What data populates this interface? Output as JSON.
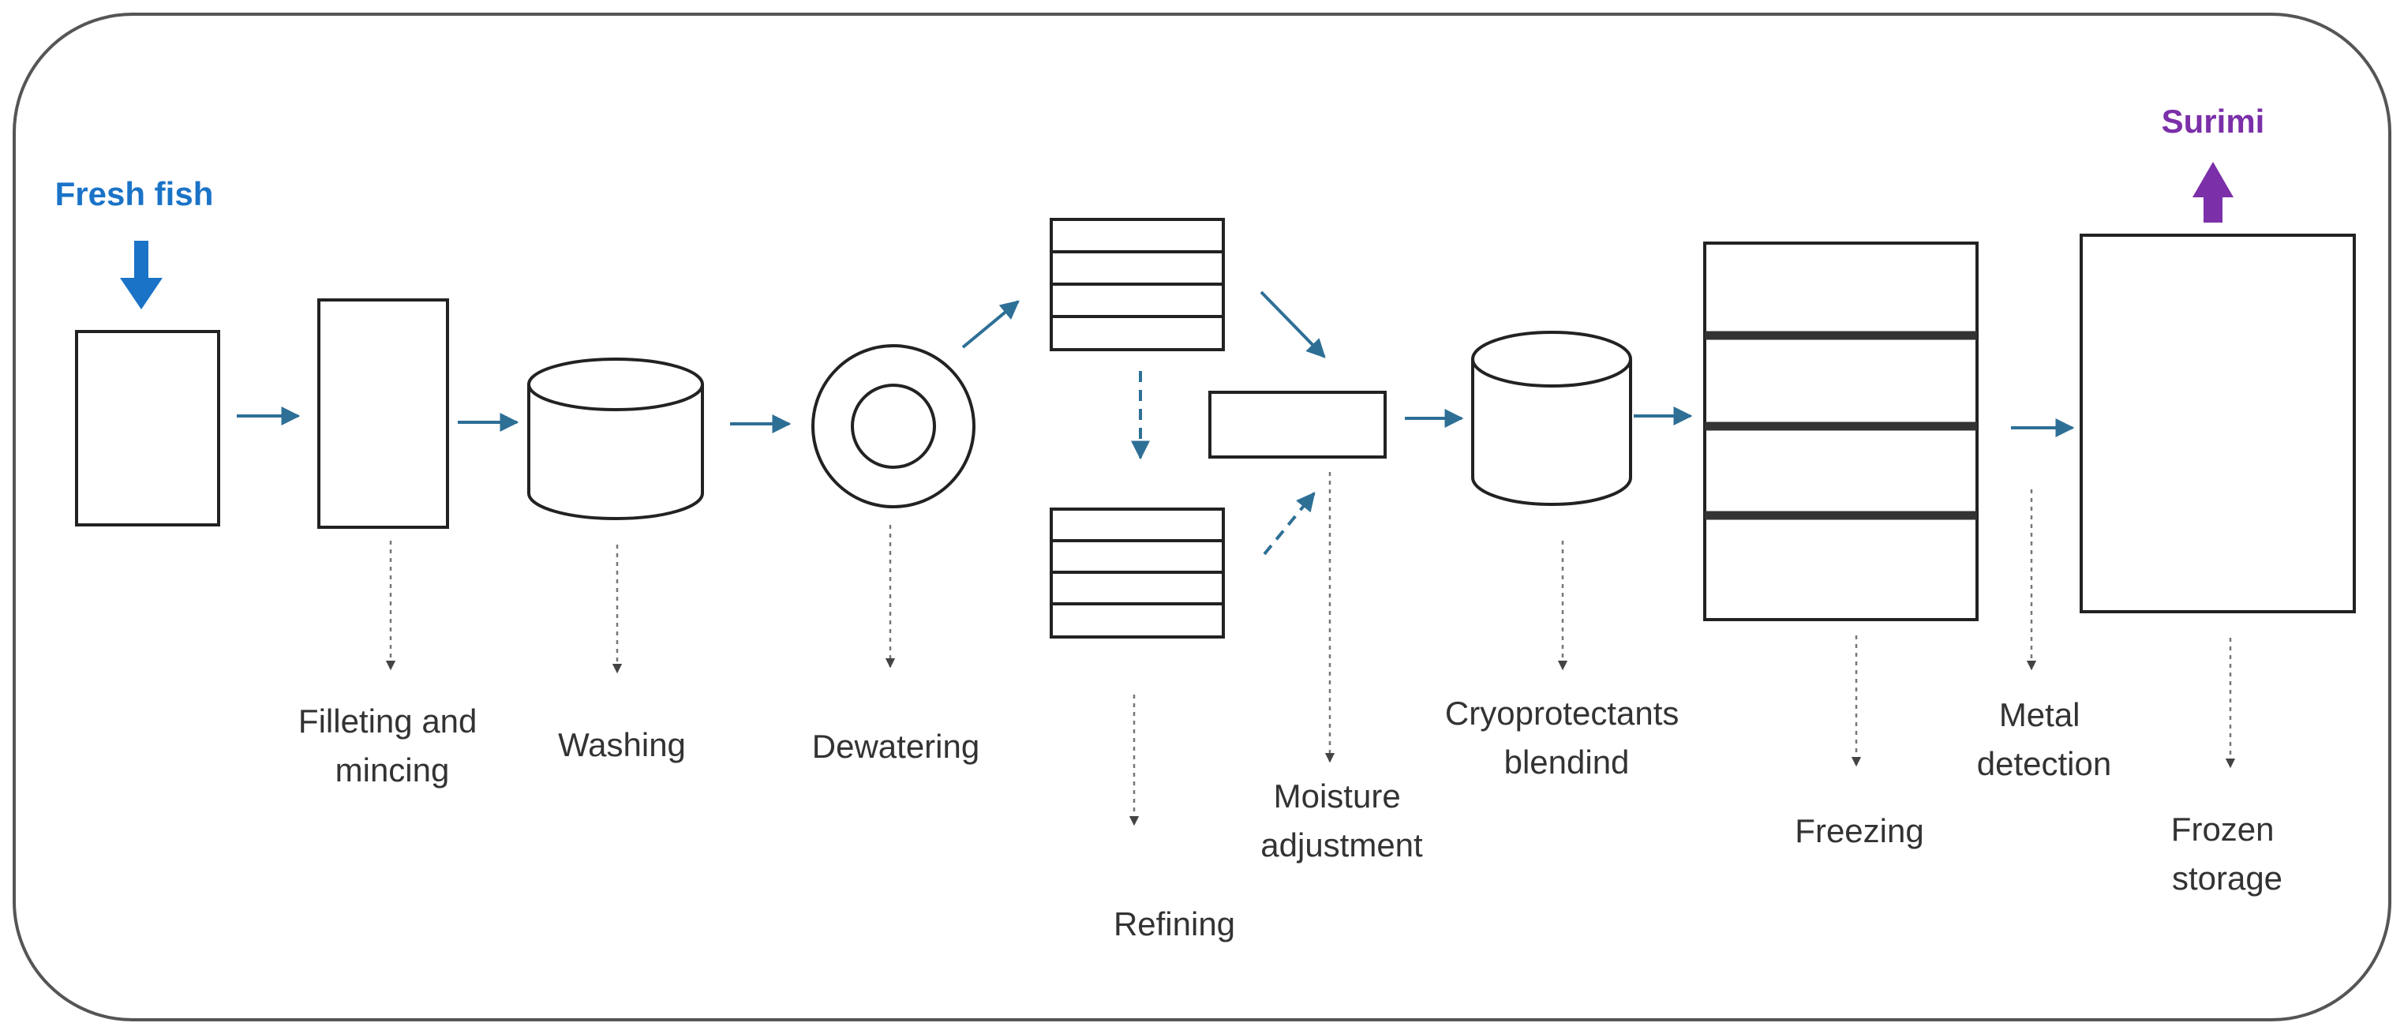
{
  "diagram": {
    "input_label": "Fresh fish",
    "output_label": "Surimi",
    "steps": [
      {
        "id": "filleting",
        "lines": [
          "Filleting and",
          "mincing"
        ]
      },
      {
        "id": "washing",
        "lines": [
          "Washing"
        ]
      },
      {
        "id": "dewatering",
        "lines": [
          "Dewatering"
        ]
      },
      {
        "id": "refining",
        "lines": [
          "Refining"
        ]
      },
      {
        "id": "moisture",
        "lines": [
          "Moisture",
          "adjustment"
        ]
      },
      {
        "id": "cryo",
        "lines": [
          "Cryoprotectants",
          "blendind"
        ]
      },
      {
        "id": "freezing",
        "lines": [
          "Freezing"
        ]
      },
      {
        "id": "metal",
        "lines": [
          "Metal",
          "detection"
        ]
      },
      {
        "id": "storage",
        "lines": [
          "Frozen",
          "storage"
        ]
      }
    ]
  },
  "colors": {
    "input": "#1a73c7",
    "output": "#7b2fa8",
    "flow_arrow": "#2e6f96",
    "outline": "#222222",
    "frame": "#555555",
    "leader": "#777777",
    "text": "#333333"
  }
}
